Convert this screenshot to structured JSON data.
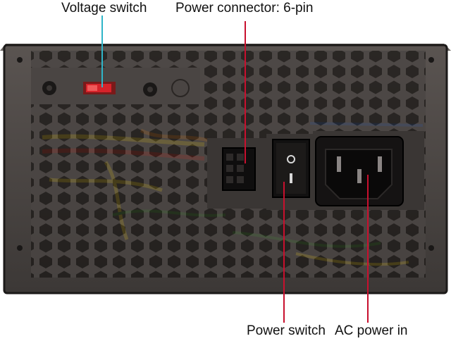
{
  "callouts": {
    "voltage_switch": "Voltage switch",
    "power_connector": "Power connector: 6-pin",
    "power_switch": "Power switch",
    "ac_power_in": "AC power in"
  },
  "colors": {
    "chassis": "#4a4543",
    "chassis_edge": "#1c1a19",
    "interior": "#2a2624",
    "cyan_leader": "#2fb5c8",
    "red_leader": "#c8102e",
    "switch_red": "#d6232a",
    "wire_yellow": "#e8c61c",
    "wire_red": "#c92a1e",
    "wire_green": "#3c8a2e",
    "wire_orange": "#d97a1c",
    "wire_blue": "#2f5fb0"
  },
  "icons": {
    "rocker_on_symbol": "circle",
    "rocker_off_symbol": "bar"
  }
}
